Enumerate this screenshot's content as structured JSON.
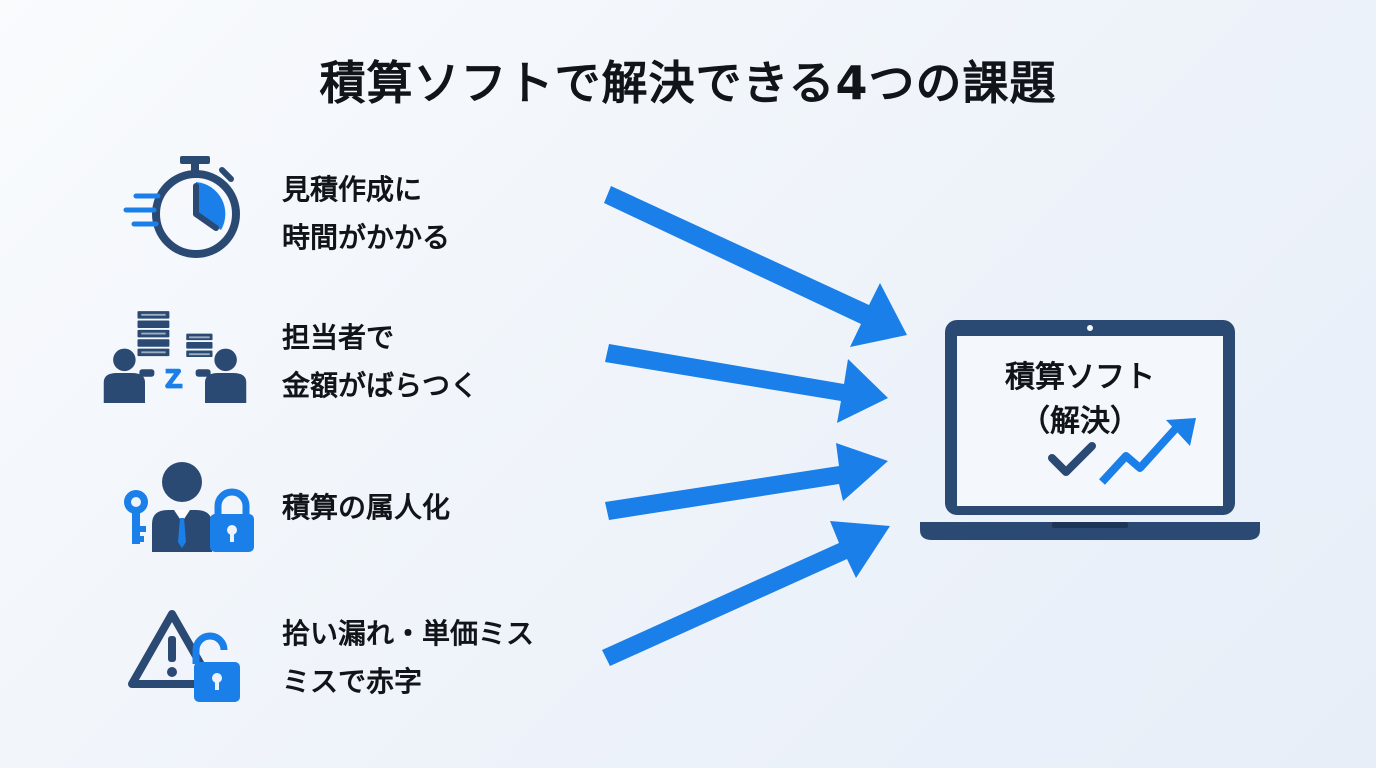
{
  "title": "積算ソフトで解決できる4つの課題",
  "issues": [
    {
      "icon": "stopwatch-icon",
      "line1": "見積作成に",
      "line2": "時間がかかる"
    },
    {
      "icon": "people-money-icon",
      "line1": "担当者で",
      "line2": "金額がばらつく"
    },
    {
      "icon": "person-key-lock-icon",
      "line1": "積算の属人化",
      "line2": ""
    },
    {
      "icon": "warning-unlock-icon",
      "line1": "拾い漏れ・単価ミス",
      "line2": "ミスで赤字"
    }
  ],
  "solution": {
    "icon": "laptop-icon",
    "line1": "積算ソフト",
    "line2": "（解決）"
  },
  "colors": {
    "accent": "#1a7fe8",
    "dark": "#2b4a73",
    "text": "#111418"
  }
}
